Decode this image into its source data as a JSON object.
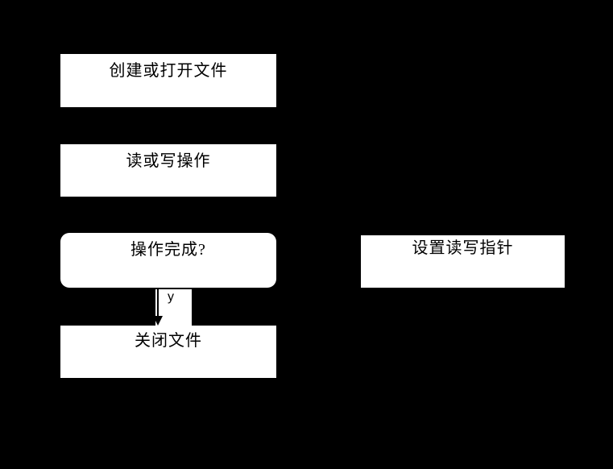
{
  "canvas": {
    "background_color": "#000000"
  },
  "diagram": {
    "type": "flowchart",
    "colors": {
      "node_fill": "#ffffff",
      "node_text": "#000000",
      "arrow": "#000000"
    },
    "nodes": [
      {
        "id": "create-or-open-file",
        "label": "创建或打开文件",
        "shape": "rectangle"
      },
      {
        "id": "read-or-write-operation",
        "label": "读或写操作",
        "shape": "rectangle"
      },
      {
        "id": "operation-complete",
        "label": "操作完成?",
        "shape": "rounded-rectangle"
      },
      {
        "id": "close-file",
        "label": "关闭文件",
        "shape": "rectangle"
      },
      {
        "id": "set-read-write-pointer",
        "label": "设置读写指针",
        "shape": "rectangle"
      }
    ],
    "edges": [
      {
        "from": "operation-complete",
        "to": "close-file",
        "label": "y",
        "direction": "down"
      }
    ]
  }
}
